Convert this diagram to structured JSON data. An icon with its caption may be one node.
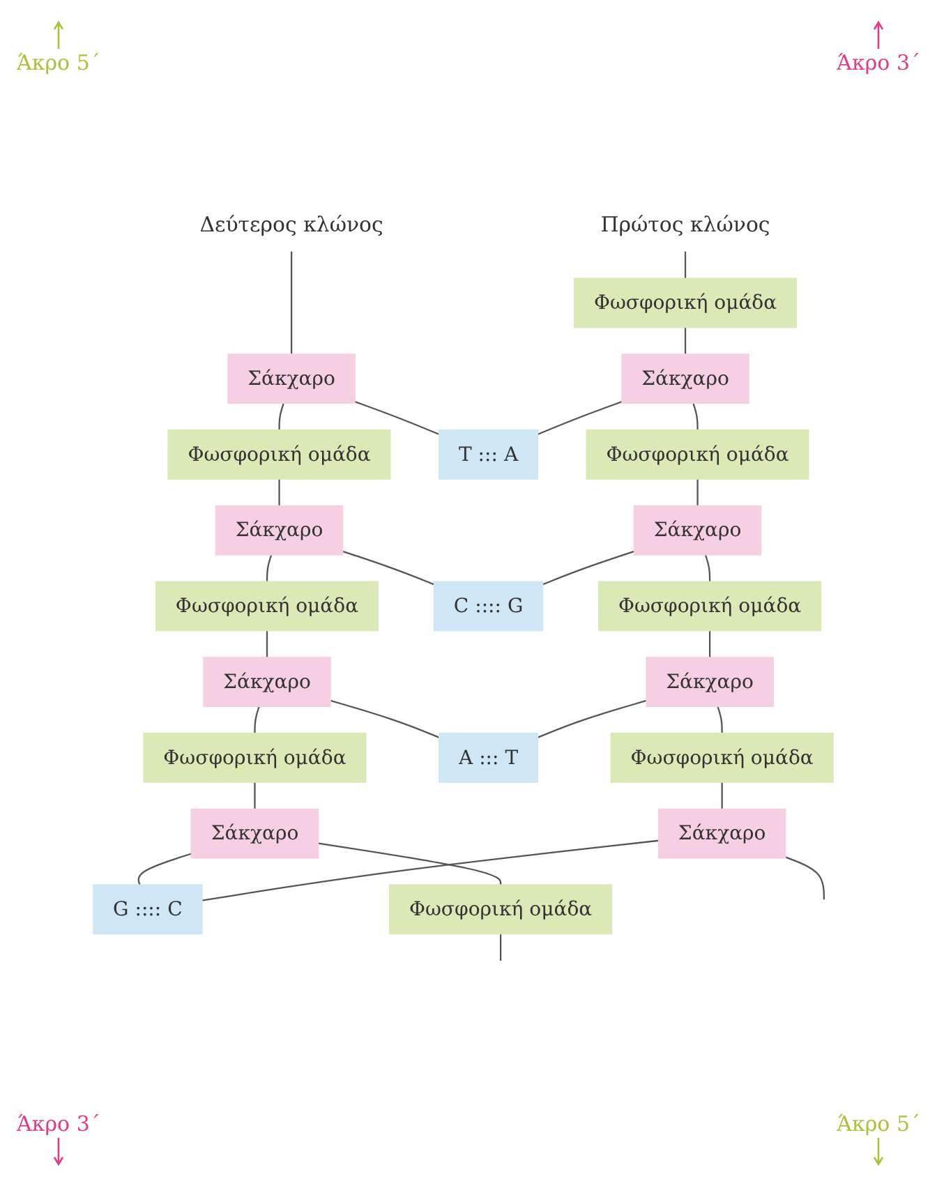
{
  "diagram": {
    "nodes": [
      {
        "text": [
          "Πρώτος κλώνος"
        ]
      },
      {
        "text": [
          "Δεύτερος κλώνος"
        ]
      },
      {
        "text": [
          "Φωσφορική ομάδα"
        ]
      },
      {
        "text": [
          "Σάκχαρο"
        ]
      },
      {
        "text": [
          "T ::: A"
        ]
      },
      {
        "text": [
          "Σάκχαρο"
        ]
      },
      {
        "text": [
          "Φωσφορική ομάδα"
        ]
      },
      {
        "text": [
          "Φωσφορική ομάδα"
        ]
      },
      {
        "text": [
          "Σάκχαρο"
        ]
      },
      {
        "text": [
          "C :::: G"
        ]
      },
      {
        "text": [
          "Σάκχαρο"
        ]
      },
      {
        "text": [
          "Φωσφορική ομάδα"
        ]
      },
      {
        "text": [
          "Φωσφορική ομάδα"
        ]
      },
      {
        "text": [
          "Σάκχαρο"
        ]
      },
      {
        "text": [
          "A ::: T"
        ]
      },
      {
        "text": [
          "Σάκχαρο"
        ]
      },
      {
        "text": [
          "Φωσφορική ομάδα"
        ]
      },
      {
        "text": [
          "Φωσφορική ομάδα"
        ]
      },
      {
        "text": [
          "Σάκχαρο"
        ]
      },
      {
        "text": [
          "G :::: C"
        ]
      },
      {
        "text": [
          "Σάκχαρο"
        ]
      },
      {
        "text": [
          "Φωσφορική ομάδα"
        ]
      }
    ],
    "edges": [
      {
        "from": 0,
        "to": 2,
        "arrow": "none"
      },
      {
        "from": 2,
        "to": 3,
        "arrow": "none"
      },
      {
        "from": 3,
        "to": 4,
        "arrow": "none"
      },
      {
        "from": 4,
        "to": 5,
        "arrow": "none"
      },
      {
        "from": 1,
        "to": 5,
        "arrow": "none"
      },
      {
        "from": 3,
        "to": 6,
        "arrow": "none"
      },
      {
        "from": 5,
        "to": 7,
        "arrow": "none"
      },
      {
        "from": 6,
        "to": 8,
        "arrow": "none"
      },
      {
        "from": 7,
        "to": 10,
        "arrow": "none"
      },
      {
        "from": 8,
        "to": 9,
        "arrow": "none"
      },
      {
        "from": 9,
        "to": 10,
        "arrow": "none"
      },
      {
        "from": 8,
        "to": 11,
        "arrow": "none"
      },
      {
        "from": 10,
        "to": 12,
        "arrow": "none"
      },
      {
        "from": 11,
        "to": 13,
        "arrow": "none"
      },
      {
        "from": 12,
        "to": 15,
        "arrow": "none"
      },
      {
        "from": 13,
        "to": 14,
        "arrow": "none"
      },
      {
        "from": 14,
        "to": 15,
        "arrow": "none"
      },
      {
        "from": 13,
        "to": 16,
        "arrow": "none"
      },
      {
        "from": 15,
        "to": 17,
        "arrow": "none"
      },
      {
        "from": 16,
        "to": 18,
        "arrow": "none"
      },
      {
        "from": 17,
        "to": 20,
        "arrow": "none"
      },
      {
        "from": 18,
        "to": 19,
        "arrow": "none"
      },
      {
        "from": 19,
        "to": 20,
        "arrow": "none"
      },
      {
        "from": 20,
        "to": 21,
        "arrow": "none"
      },
      {
        "from": 18,
        "to": null,
        "arrow": "none"
      },
      {
        "from": 21,
        "to": null,
        "arrow": "none"
      }
    ],
    "labels": [
      "Άκρο 5΄",
      "Άκρο 3΄",
      "Άκρο 3΄",
      "Άκρο 5΄"
    ]
  }
}
